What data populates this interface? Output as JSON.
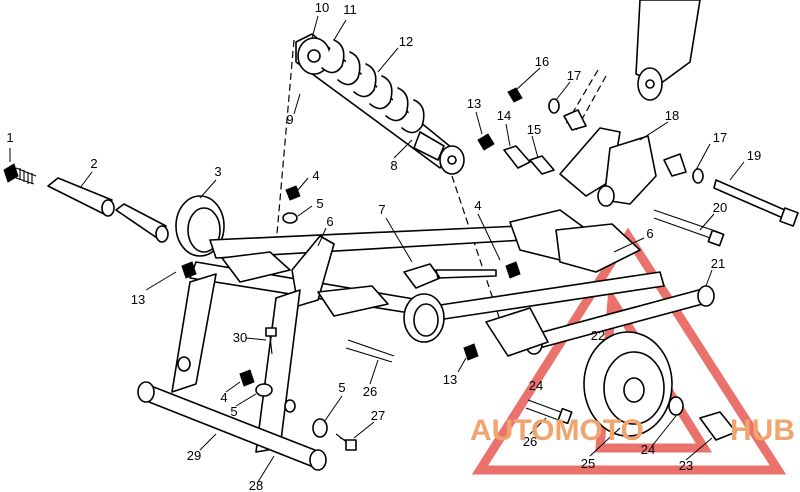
{
  "diagram": {
    "callouts": [
      "1",
      "2",
      "3",
      "4",
      "5",
      "6",
      "7",
      "8",
      "9",
      "10",
      "11",
      "12",
      "13",
      "14",
      "15",
      "16",
      "17",
      "18",
      "19",
      "20",
      "21",
      "22",
      "23",
      "24",
      "25",
      "26",
      "27",
      "28",
      "29",
      "30"
    ],
    "watermark": {
      "text_left": "AUTOMOTO",
      "text_right": "HUB",
      "colors": {
        "text": "#f0a46e",
        "triangle": "#e4413c"
      }
    }
  }
}
